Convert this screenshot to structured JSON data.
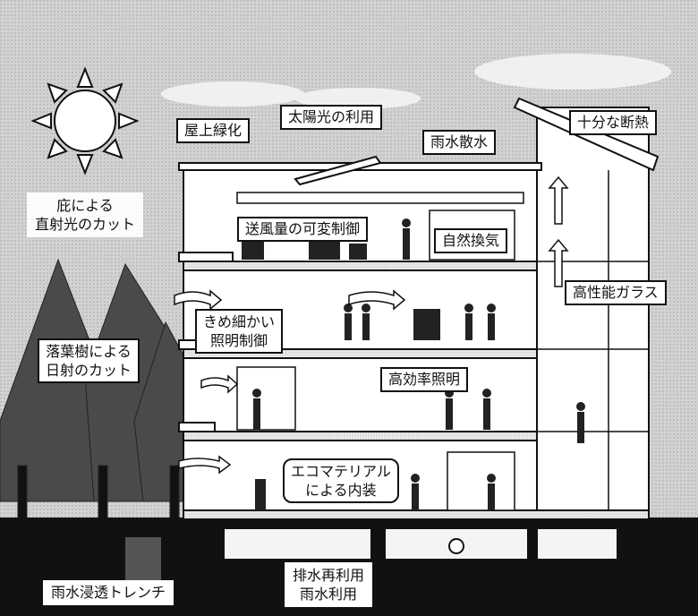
{
  "labels": {
    "green_roof": "屋上緑化",
    "solar_use": "太陽光の利用",
    "rainwater_sprinkle": "雨水散水",
    "insulation": "十分な断熱",
    "eaves_cut": "庇による\n直射光のカット",
    "airflow_control": "送風量の可変制御",
    "natural_ventilation": "自然換気",
    "high_perf_glass": "高性能ガラス",
    "fine_lighting": "きめ細かい\n照明制御",
    "deciduous_cut": "落葉樹による\n日射のカット",
    "efficient_lighting": "高効率照明",
    "eco_material": "エコマテリアル\nによる内装",
    "rain_trench": "雨水浸透トレンチ",
    "drain_reuse": "排水再利用\n雨水利用"
  },
  "colors": {
    "sky": "#d7d7d7",
    "cloud": "#f2f2f2",
    "building": "#ffffff",
    "ground": "#111111",
    "tree": "#4a4a4a",
    "line": "#111111"
  },
  "icons": [
    "sun-icon",
    "tree-icon",
    "person-icon",
    "arrow-icon",
    "window-icon"
  ]
}
